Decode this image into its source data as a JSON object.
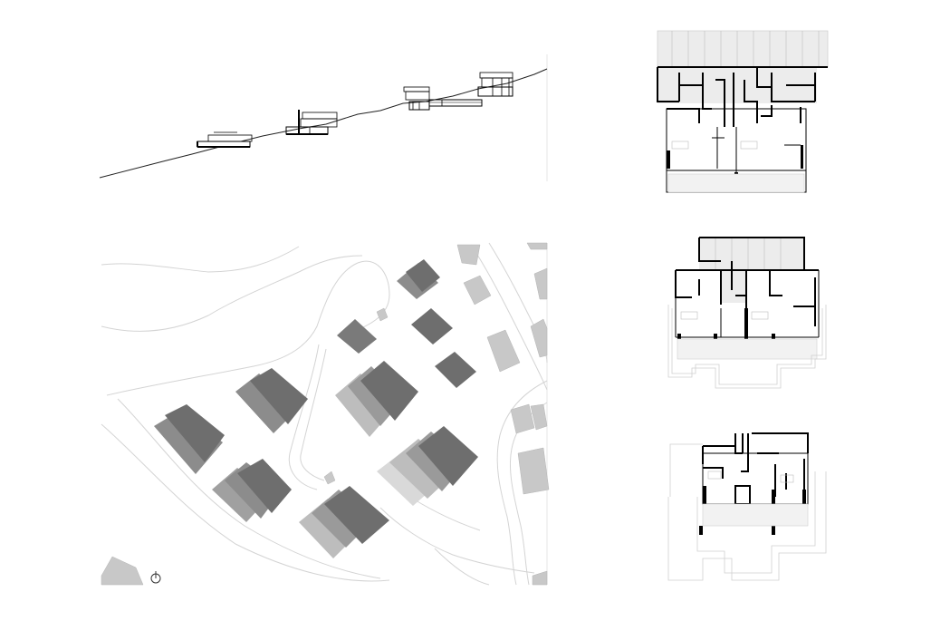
{
  "panels": {
    "section": {
      "name": "site-section"
    },
    "site_plan": {
      "name": "site-plan"
    },
    "floor_plans": [
      {
        "name": "floor-plan-lower"
      },
      {
        "name": "floor-plan-middle"
      },
      {
        "name": "floor-plan-upper"
      }
    ]
  },
  "icons": {
    "north_arrow": "north-arrow-icon"
  },
  "colors": {
    "background": "#ffffff",
    "building_dark": "#6e6e6e",
    "building_mid": "#8c8c8c",
    "building_light": "#bdbdbd",
    "building_pale": "#d9d9d9",
    "neighbor": "#c8c8c8",
    "line": "#111111",
    "faint_line": "#cfcfcf",
    "wall": "#000000",
    "hatched_fill": "#ececec"
  }
}
